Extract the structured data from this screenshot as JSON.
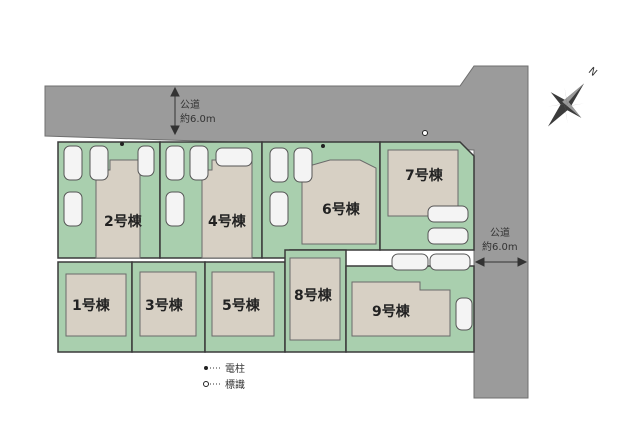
{
  "roads": {
    "north": {
      "label": "公道",
      "width_label": "約6.0m"
    },
    "east": {
      "label": "公道",
      "width_label": "約6.0m"
    }
  },
  "buildings": [
    {
      "id": "1",
      "label": "1号棟"
    },
    {
      "id": "2",
      "label": "2号棟"
    },
    {
      "id": "3",
      "label": "3号棟"
    },
    {
      "id": "4",
      "label": "4号棟"
    },
    {
      "id": "5",
      "label": "5号棟"
    },
    {
      "id": "6",
      "label": "6号棟"
    },
    {
      "id": "7",
      "label": "7号棟"
    },
    {
      "id": "8",
      "label": "8号棟"
    },
    {
      "id": "9",
      "label": "9号棟"
    }
  ],
  "legend": {
    "utility_pole": "電柱",
    "survey_marker": "標識"
  },
  "colors": {
    "road": "#9b9b9b",
    "lot": "#a9cfae",
    "building": "#d7d0c4",
    "outline": "#3a3a3a"
  },
  "compass": {
    "north_label": "N"
  }
}
